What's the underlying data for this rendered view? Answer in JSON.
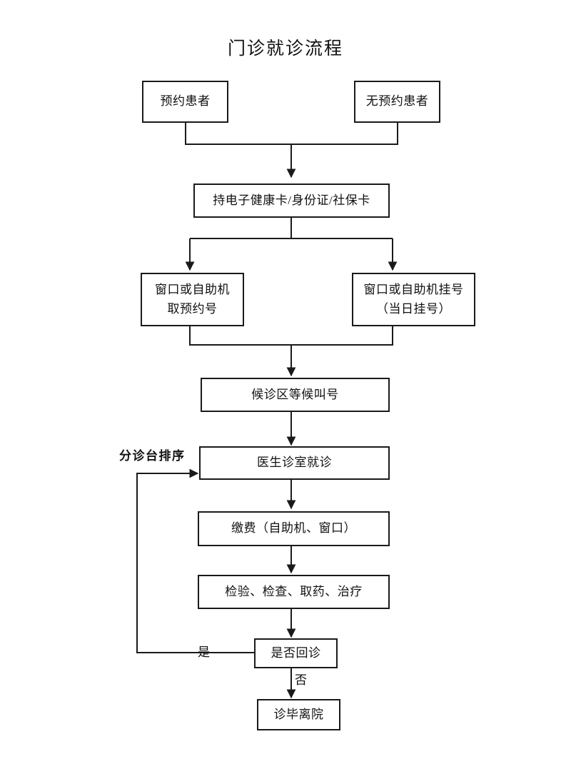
{
  "page": {
    "title": "门诊就诊流程",
    "background_color": "#ffffff",
    "line_color": "#1a1a1a",
    "text_color": "#111111"
  },
  "flowchart": {
    "type": "flowchart",
    "orientation": "top-to-bottom",
    "nodes": [
      {
        "id": "appointment_patient",
        "label": "预约患者",
        "label_line2": ""
      },
      {
        "id": "walkin_patient",
        "label": "无预约患者",
        "label_line2": ""
      },
      {
        "id": "present_card",
        "label": "持电子健康卡/身份证/社保卡",
        "label_line2": ""
      },
      {
        "id": "take_reserved_number",
        "label": "窗口或自助机",
        "label_line2": "取预约号"
      },
      {
        "id": "register_same_day",
        "label": "窗口或自助机挂号",
        "label_line2": "（当日挂号）"
      },
      {
        "id": "wait_for_call",
        "label": "候诊区等候叫号",
        "label_line2": ""
      },
      {
        "id": "doctor_consultation",
        "label": "医生诊室就诊",
        "label_line2": ""
      },
      {
        "id": "payment",
        "label": "缴费（自助机、窗口）",
        "label_line2": ""
      },
      {
        "id": "tests_and_treatment",
        "label": "检验、检查、取药、治疗",
        "label_line2": ""
      },
      {
        "id": "return_decision",
        "label": "是否回诊",
        "label_line2": ""
      },
      {
        "id": "discharge",
        "label": "诊毕离院",
        "label_line2": ""
      }
    ],
    "edge_labels": [
      {
        "id": "triage_sort",
        "text": "分诊台排序",
        "bold": true
      },
      {
        "id": "yes",
        "text": "是",
        "bold": false
      },
      {
        "id": "no",
        "text": "否",
        "bold": false
      }
    ]
  }
}
